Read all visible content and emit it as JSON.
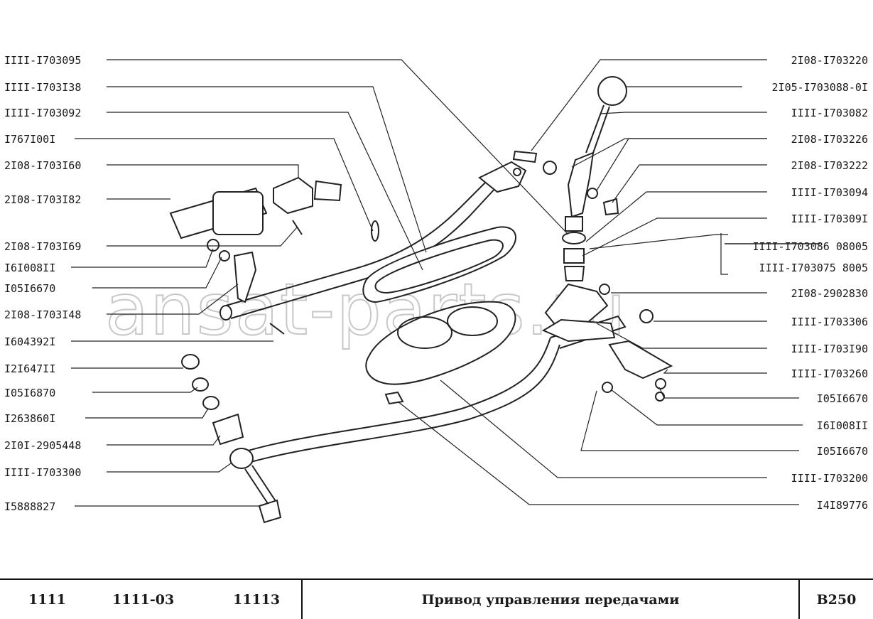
{
  "watermark": "ansat-parts.ru",
  "labels_left": [
    "IIII-I703095",
    "IIII-I703I38",
    "IIII-I703092",
    "I767I00I",
    "2I08-I703I60",
    "2I08-I703I82",
    "2I08-I703I69",
    "I6I008II",
    "I05I6670",
    "2I08-I703I48",
    "I604392I",
    "I2I647II",
    "I05I6870",
    "I263860I",
    "2I0I-2905448",
    "IIII-I703300",
    "I5888827"
  ],
  "labels_right": [
    "2I08-I703220",
    "2I05-I703088-0I",
    "IIII-I703082",
    "2I08-I703226",
    "2I08-I703222",
    "IIII-I703094",
    "IIII-I70309I",
    "IIII-I703086 08005",
    "IIII-I703075  8005",
    "2I08-2902830",
    "IIII-I703306",
    "IIII-I703I90",
    "IIII-I703260",
    "I05I6670",
    "I6I008II",
    "I05I6670",
    "IIII-I703200",
    "I4I89776"
  ],
  "footer": {
    "model1": "1111",
    "model2": "1111-03",
    "model3": "11113",
    "title": "Привод управления передачами",
    "code": "B250"
  }
}
